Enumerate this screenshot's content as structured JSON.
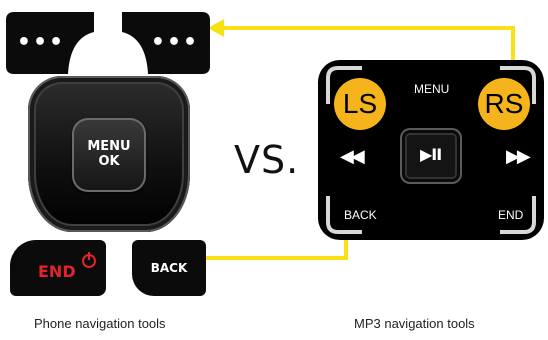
{
  "phone": {
    "soft_key_left": "•••",
    "soft_key_right": "•••",
    "ok_line1": "MENU",
    "ok_line2": "OK",
    "end_label": "END",
    "back_label": "BACK",
    "caption": "Phone navigation tools"
  },
  "vs_label": "VS.",
  "mp3": {
    "ls_label": "LS",
    "rs_label": "RS",
    "menu_label": "MENU",
    "back_label": "BACK",
    "end_label": "END",
    "play_glyph": "▶II",
    "prev_glyph": "◀◀",
    "next_glyph": "▶▶",
    "caption": "MP3 navigation tools"
  },
  "colors": {
    "accent": "#f5b31c",
    "arrow": "#f7e014",
    "end_red": "#e3242b",
    "key_black": "#0b0b0b"
  }
}
